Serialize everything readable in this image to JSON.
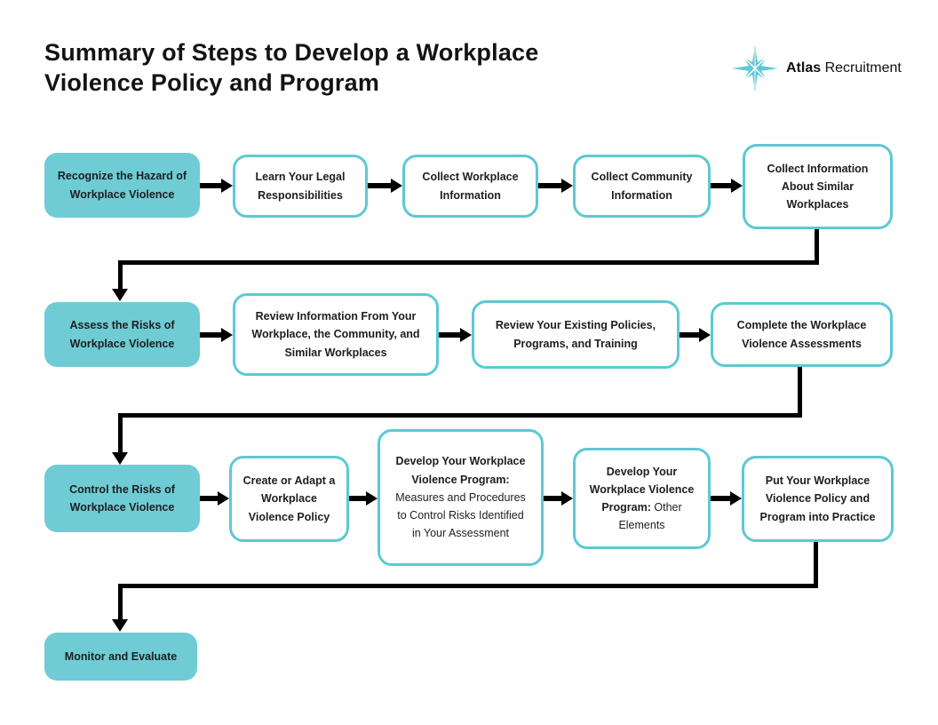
{
  "title": "Summary of Steps to Develop a Workplace Violence Policy and Program",
  "logo": {
    "icon": "compass-star-icon",
    "brand_bold": "Atlas",
    "brand_regular": "Recruitment",
    "star_color": "#5fc9d3"
  },
  "colors": {
    "teal_fill": "#6fccd5",
    "teal_border": "#5cc9d4",
    "connector": "#000000",
    "text": "#1e1e1e",
    "background": "#ffffff"
  },
  "flowchart": {
    "row1": {
      "step1": "Recognize the Hazard of Workplace Violence",
      "step2": "Learn Your Legal Responsibilities",
      "step3": "Collect Workplace Information",
      "step4": "Collect Community Information",
      "step5": "Collect Information About Similar Workplaces"
    },
    "row2": {
      "step1": "Assess the Risks of Workplace Violence",
      "step2": "Review Information From Your Workplace, the Community, and Similar Workplaces",
      "step3": "Review Your Existing Policies, Programs, and Training",
      "step4": "Complete the Workplace Violence Assessments"
    },
    "row3": {
      "step1": "Control the Risks of Workplace Violence",
      "step2": "Create or Adapt a Workplace Violence Policy",
      "step3_bold": "Develop Your Workplace Violence Program:",
      "step3_regular": "Measures and Procedures to Control Risks Identified in Your Assessment",
      "step4_bold": "Develop Your Workplace Violence Program:",
      "step4_regular": "Other Elements",
      "step5": "Put Your Workplace Violence Policy and Program into Practice"
    },
    "row4": {
      "step1": "Monitor and Evaluate"
    }
  }
}
